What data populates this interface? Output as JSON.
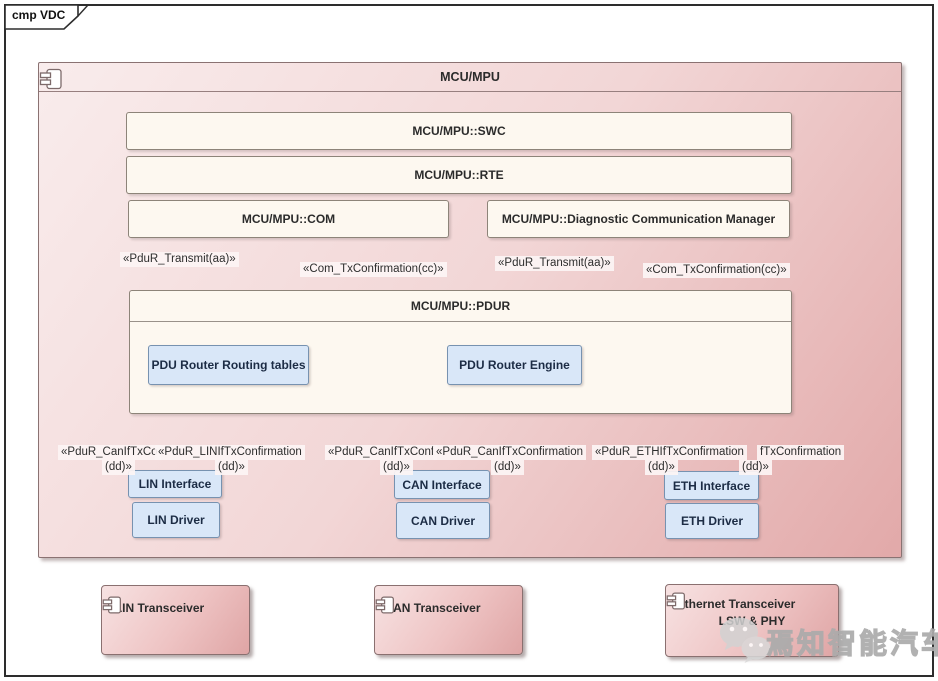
{
  "frame": {
    "tab_label": "cmp VDC"
  },
  "mcu": {
    "title": "MCU/MPU",
    "swc_label": "MCU/MPU::SWC",
    "rte_label": "MCU/MPU::RTE",
    "com_label": "MCU/MPU::COM",
    "dcm_label": "MCU/MPU::Diagnostic Communication Manager",
    "pdur_title": "MCU/MPU::PDUR",
    "routing_tables_label": "PDU Router Routing tables",
    "engine_label": "PDU Router Engine"
  },
  "top_labels": {
    "com_transmit": "«PduR_Transmit(aa)»",
    "com_confirmation": "«Com_TxConfirmation(cc)»",
    "dcm_transmit": "«PduR_Transmit(aa)»",
    "dcm_confirmation": "«Com_TxConfirmation(cc)»"
  },
  "bottom_labels": [
    {
      "line1": "«PduR_CanIfTxCo",
      "line2": "(dd)»"
    },
    {
      "line1": "«PduR_LINIfTxConfirmation",
      "line2": "(dd)»"
    },
    {
      "line1": "«PduR_CanIfTxConf",
      "line2": "(dd)»"
    },
    {
      "line1": "«PduR_CanIfTxConfirmation",
      "line2": "(dd)»"
    },
    {
      "line1": "«PduR_ETHIfTxConfirmation",
      "line2": "(dd)»"
    },
    {
      "line1": "fTxConfirmation",
      "line2": "(dd)»"
    }
  ],
  "stacks": {
    "lin_interface": "LIN Interface",
    "lin_driver": "LIN Driver",
    "can_interface": "CAN Interface",
    "can_driver": "CAN Driver",
    "eth_interface": "ETH Interface",
    "eth_driver": "ETH Driver"
  },
  "transceivers": {
    "lin": "LIN Transceiver",
    "can": "CAN Transceiver",
    "eth_line1": "Ethernet Transceiver",
    "eth_line2": "LSW & PHY"
  },
  "watermark": {
    "text": "焉知智能汽车"
  },
  "colors": {
    "component_fill_light": "#f9ecec",
    "component_fill_dark": "#e2a9a9",
    "inner_box_cream": "#fdf8f0",
    "inner_box_blue": "#d9e7f8",
    "blue_border": "#7792b0",
    "connector": "#5f5f5f"
  }
}
